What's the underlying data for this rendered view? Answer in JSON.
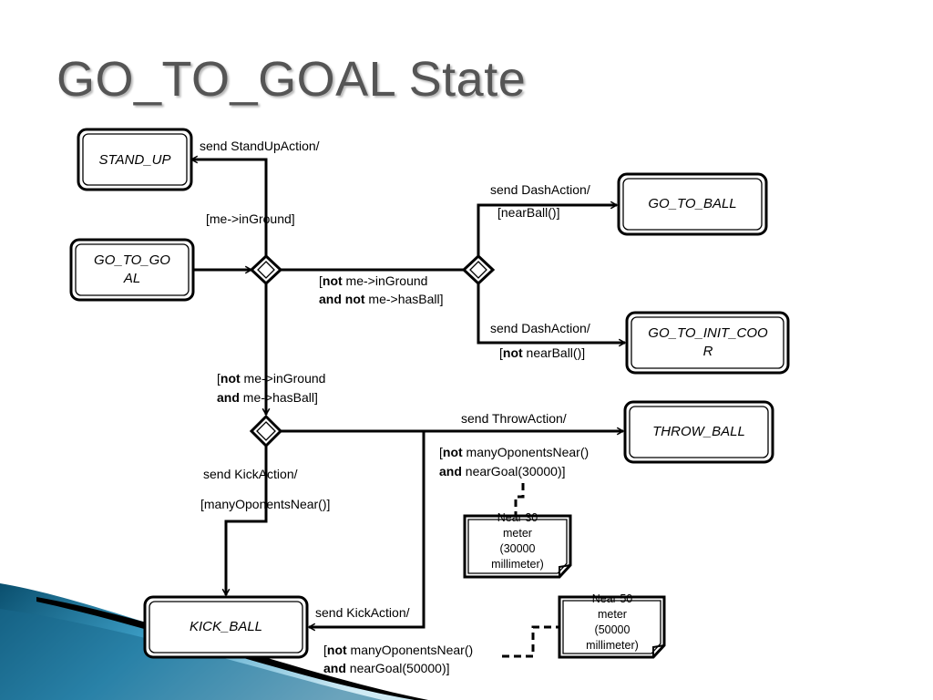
{
  "title": "GO_TO_GOAL State",
  "states": {
    "stand_up": "STAND_UP",
    "go_to_goal": [
      "GO_TO_GO",
      "AL"
    ],
    "go_to_ball": "GO_TO_BALL",
    "go_to_init_coor": [
      "GO_TO_INIT_COO",
      "R"
    ],
    "throw_ball": "THROW_BALL",
    "kick_ball": "KICK_BALL"
  },
  "labels": {
    "send_standup": "send StandUpAction/",
    "me_inground": "[me->inGround]",
    "send_dash_1": "send DashAction/",
    "near_ball": "[nearBall()]",
    "not_inground_not_hasball": {
      "l1_pre": "[",
      "l1_b": "not",
      "l1_post": " me->inGround",
      "l2_b1": "and not",
      "l2_post": " me->hasBall]"
    },
    "send_dash_2": "send DashAction/",
    "not_near_ball": {
      "pre": "[",
      "b": "not",
      "post": " nearBall()]"
    },
    "not_inground_hasball": {
      "l1_pre": "[",
      "l1_b": "not",
      "l1_post": " me->inGround",
      "l2_b": "and",
      "l2_post": " me->hasBall]"
    },
    "send_throw": "send ThrowAction/",
    "not_many_near_30000": {
      "l1_pre": "[",
      "l1_b": "not",
      "l1_post": " manyOponentsNear()",
      "l2_b": "and",
      "l2_post": " nearGoal(30000)]"
    },
    "send_kick_1": "send KickAction/",
    "many_near": "[manyOponentsNear()]",
    "send_kick_2": "send KickAction/",
    "not_many_near_50000": {
      "l1_pre": "[",
      "l1_b": "not",
      "l1_post": " manyOponentsNear()",
      "l2_b": "and",
      "l2_post": " nearGoal(50000)]"
    }
  },
  "notes": {
    "near30": [
      "Near 30",
      "meter",
      "(30000",
      "millimeter)"
    ],
    "near50": [
      "Near 50",
      "meter",
      "(50000",
      "millimeter)"
    ]
  },
  "colors": {
    "accent_dark": "#0a4f6e",
    "accent_light": "#7cc4de",
    "title": "#555555"
  }
}
